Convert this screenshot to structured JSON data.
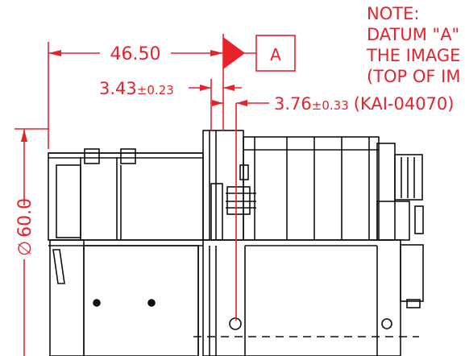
{
  "note": {
    "lines": [
      "NOTE:",
      "DATUM \"A\"",
      "THE IMAGE",
      "(TOP OF IM"
    ]
  },
  "datum": {
    "label": "A"
  },
  "dimensions": {
    "overall_length": "46.50",
    "flange_offset": {
      "value": "3.43",
      "tolerance": "±0.23"
    },
    "sensor_offset": {
      "value": "3.76",
      "tolerance": "±0.33",
      "note": "(KAI-04070)"
    },
    "diameter": {
      "symbol": "∅",
      "value": "60.0"
    }
  },
  "colors": {
    "dimension": "#e8212b",
    "outline": "#111111",
    "background": "#ffffff"
  }
}
